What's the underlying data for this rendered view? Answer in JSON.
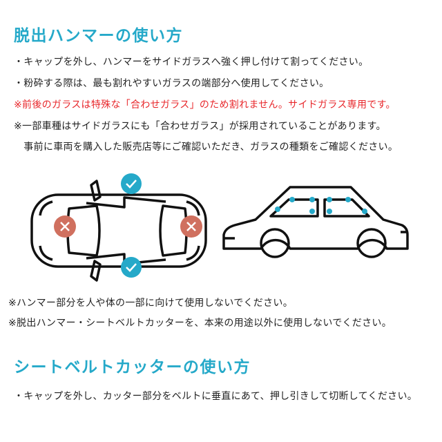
{
  "section1": {
    "title": "脱出ハンマーの使い方",
    "lines": [
      "・キャップを外し、ハンマーをサイドガラスへ強く押し付けて割ってください。",
      "・粉砕する際は、最も割れやすいガラスの端部分へ使用してください。",
      "※前後のガラスは特殊な「合わせガラス」のため割れません。サイドガラス専用です。",
      "※一部車種はサイドガラスにも「合わせガラス」が採用されていることがあります。",
      "　事前に車両を購入した販売店等にご確認いただき、ガラスの種類をご確認ください。"
    ]
  },
  "notes": [
    "※ハンマー部分を人や体の一部に向けて使用しないでください。",
    "※脱出ハンマー・シートベルトカッターを、本来の用途以外に使用しないでください。"
  ],
  "section2": {
    "title": "シートベルトカッターの使い方",
    "lines": [
      "・キャップを外し、カッター部分をベルトに垂直にあて、押し引きして切断してください。"
    ]
  },
  "colors": {
    "accent": "#25a9c9",
    "warning": "#e8272b",
    "ng": "#d0705f"
  }
}
